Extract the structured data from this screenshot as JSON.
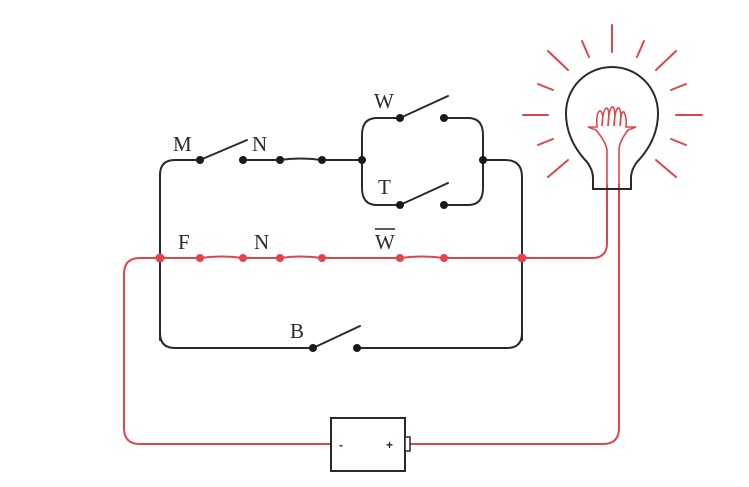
{
  "diagram": {
    "title": "Switch logic circuit with lamp",
    "colors": {
      "wire": "#2a2a2a",
      "active_wire": "#e0454b",
      "background": "#ffffff"
    },
    "labels": {
      "switch_m": "M",
      "switch_n_top": "N",
      "switch_w": "W",
      "switch_t": "T",
      "contact_f": "F",
      "contact_n_mid": "N",
      "contact_w_bar": "W",
      "switch_b": "B"
    },
    "switch_states": {
      "M": "open",
      "N_top": "closed",
      "W": "open",
      "T": "open",
      "F": "closed",
      "N_mid": "closed",
      "W_bar": "closed",
      "B": "open"
    },
    "battery": {
      "negative_label": "-",
      "positive_label": "+"
    },
    "lamp": {
      "state": "lit"
    }
  }
}
